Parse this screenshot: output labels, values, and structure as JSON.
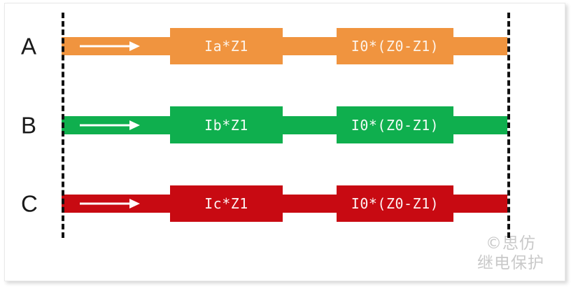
{
  "figure": {
    "background_color": "#ffffff",
    "bus_line_color": "#111111",
    "bus_left_name": "left-bus-dashed-line",
    "bus_right_name": "right-bus-dashed-line"
  },
  "phases": [
    {
      "label": "A",
      "color": "#f0943f",
      "arrow": "right-arrow-icon",
      "block_1": "Ia*Z1",
      "block_2": "I0*(Z0-Z1)"
    },
    {
      "label": "B",
      "color": "#0faf4e",
      "arrow": "right-arrow-icon",
      "block_1": "Ib*Z1",
      "block_2": "I0*(Z0-Z1)"
    },
    {
      "label": "C",
      "color": "#c80a12",
      "arrow": "right-arrow-icon",
      "block_1": "Ic*Z1",
      "block_2": "I0*(Z0-Z1)"
    }
  ],
  "watermark": {
    "line1": "©思仿",
    "line2": "继电保护",
    "color": "#c9c9c9"
  }
}
